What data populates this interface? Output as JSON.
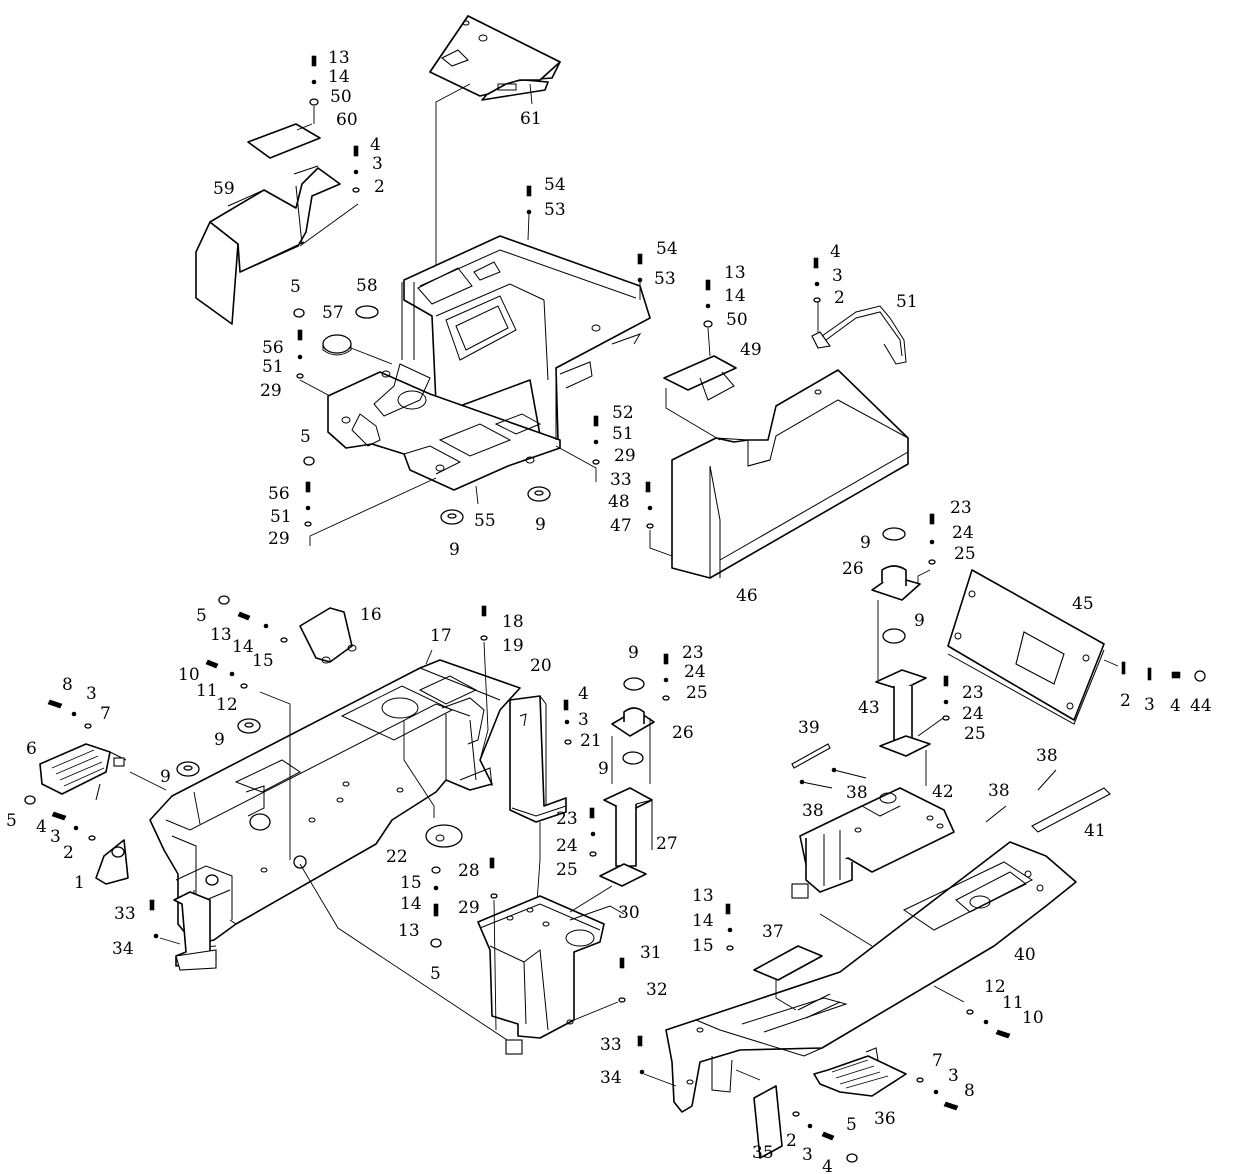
{
  "figure": {
    "type": "exploded-parts-diagram",
    "background": "#ffffff",
    "line_color": "#000000"
  },
  "callouts": [
    "13",
    "14",
    "50",
    "60",
    "4",
    "3",
    "2",
    "59",
    "61",
    "54",
    "53",
    "5",
    "56",
    "51",
    "29",
    "57",
    "58",
    "54",
    "53",
    "5",
    "56",
    "51",
    "29",
    "55",
    "9",
    "9",
    "52",
    "51",
    "29",
    "33",
    "48",
    "47",
    "46",
    "13",
    "14",
    "50",
    "49",
    "4",
    "3",
    "2",
    "51",
    "9",
    "26",
    "23",
    "24",
    "25",
    "45",
    "9",
    "2",
    "3",
    "4",
    "44",
    "5",
    "13",
    "14",
    "15",
    "16",
    "17",
    "18",
    "19",
    "10",
    "11",
    "12",
    "9",
    "8",
    "3",
    "7",
    "6",
    "9",
    "5",
    "4",
    "3",
    "2",
    "1",
    "33",
    "34",
    "20",
    "4",
    "3",
    "21",
    "9",
    "23",
    "24",
    "25",
    "26",
    "9",
    "23",
    "24",
    "25",
    "27",
    "22",
    "15",
    "14",
    "13",
    "5",
    "28",
    "29",
    "30",
    "31",
    "32",
    "33",
    "34",
    "43",
    "23",
    "24",
    "25",
    "39",
    "38",
    "38",
    "42",
    "38",
    "38",
    "41",
    "13",
    "14",
    "15",
    "37",
    "40",
    "12",
    "11",
    "10",
    "7",
    "3",
    "8",
    "36",
    "35",
    "2",
    "3",
    "4",
    "5"
  ]
}
